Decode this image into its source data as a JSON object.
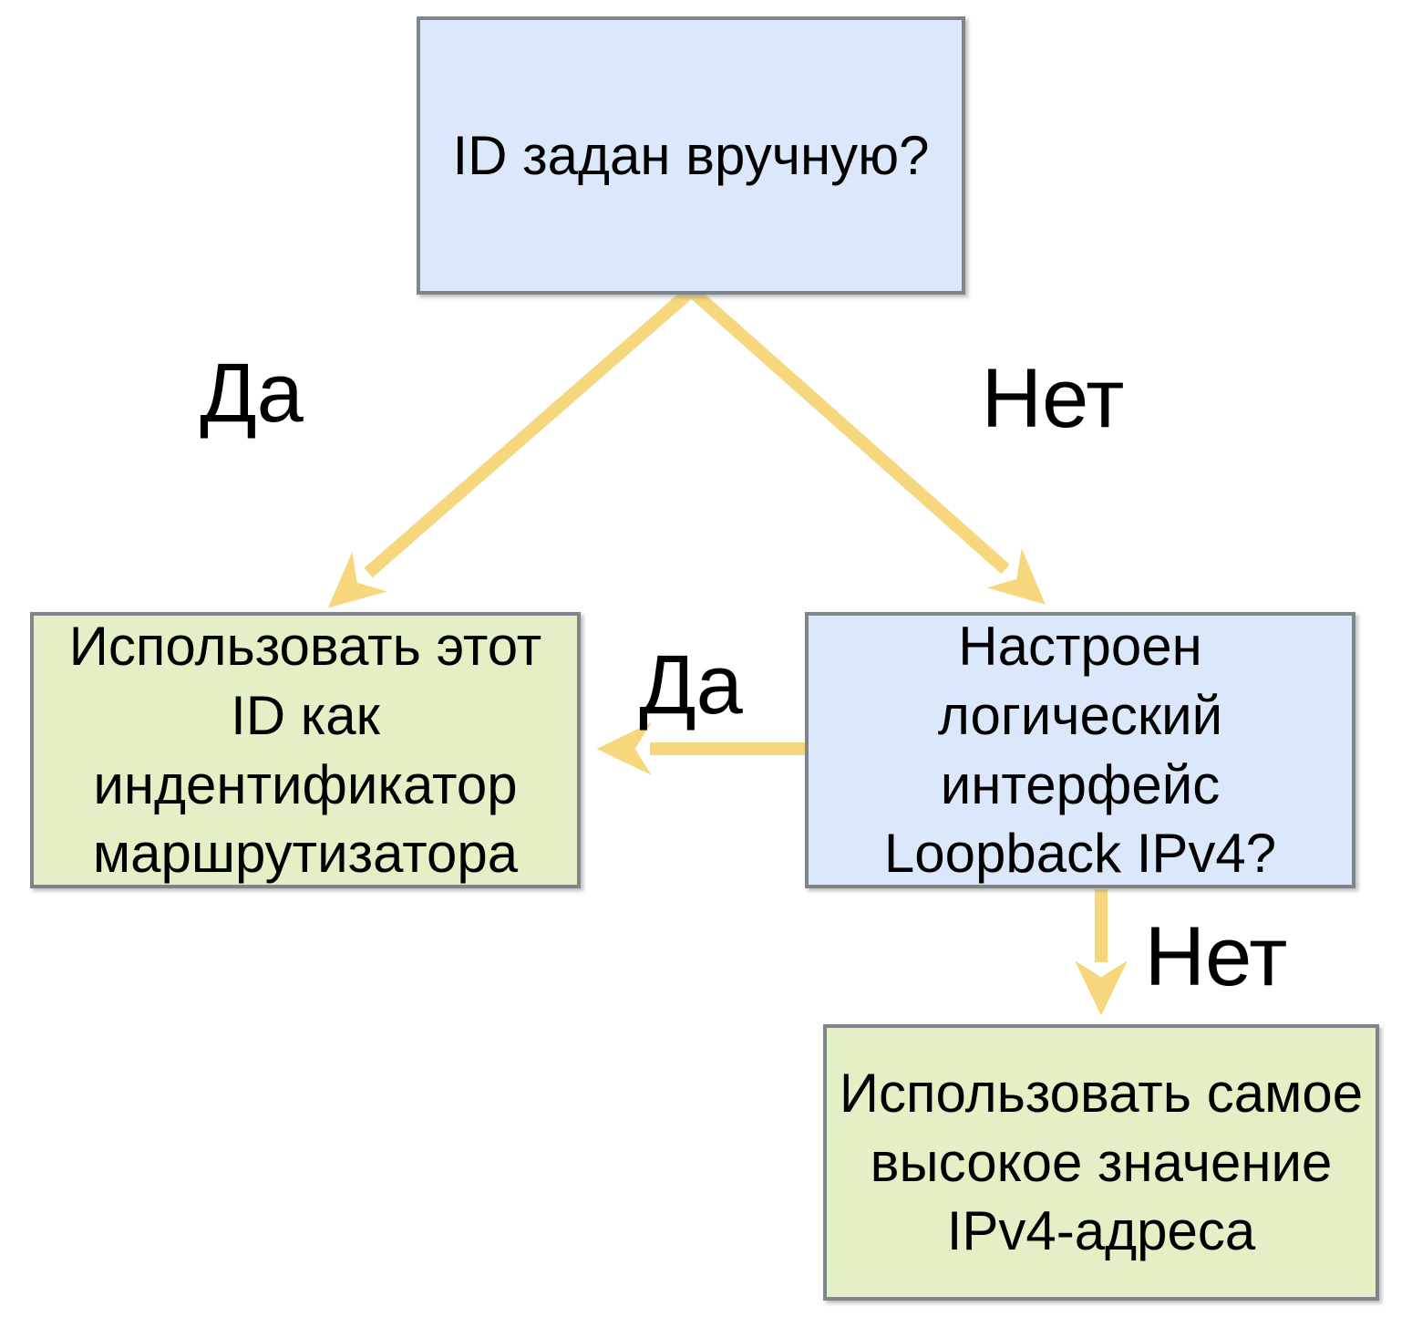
{
  "diagram": {
    "type": "flowchart",
    "language": "ru",
    "colors": {
      "question_fill": "#dbe8fb",
      "action_fill": "#e3efc4",
      "border": "#7e858b",
      "arrow": "#f6d77d",
      "text": "#000000",
      "background": "#ffffff"
    },
    "nodes": {
      "id_manual_question": {
        "type": "question",
        "label": "ID задан вручную?"
      },
      "use_manual_id": {
        "type": "action",
        "label": "Использовать этот\nID как\nиндентификатор\nмаршрутизатора"
      },
      "loopback_question": {
        "type": "question",
        "label": "Настроен\nлогический\nинтерфейс\nLoopback IPv4?"
      },
      "use_highest_ipv4": {
        "type": "action",
        "label": "Использовать самое\nвысокое значение\nIPv4-адреса"
      }
    },
    "edges": {
      "manual_yes": {
        "label": "Да",
        "from": "id_manual_question",
        "to": "use_manual_id"
      },
      "manual_no": {
        "label": "Нет",
        "from": "id_manual_question",
        "to": "loopback_question"
      },
      "loopback_yes": {
        "label": "Да",
        "from": "loopback_question",
        "to": "use_manual_id"
      },
      "loopback_no": {
        "label": "Нет",
        "from": "loopback_question",
        "to": "use_highest_ipv4"
      }
    }
  }
}
